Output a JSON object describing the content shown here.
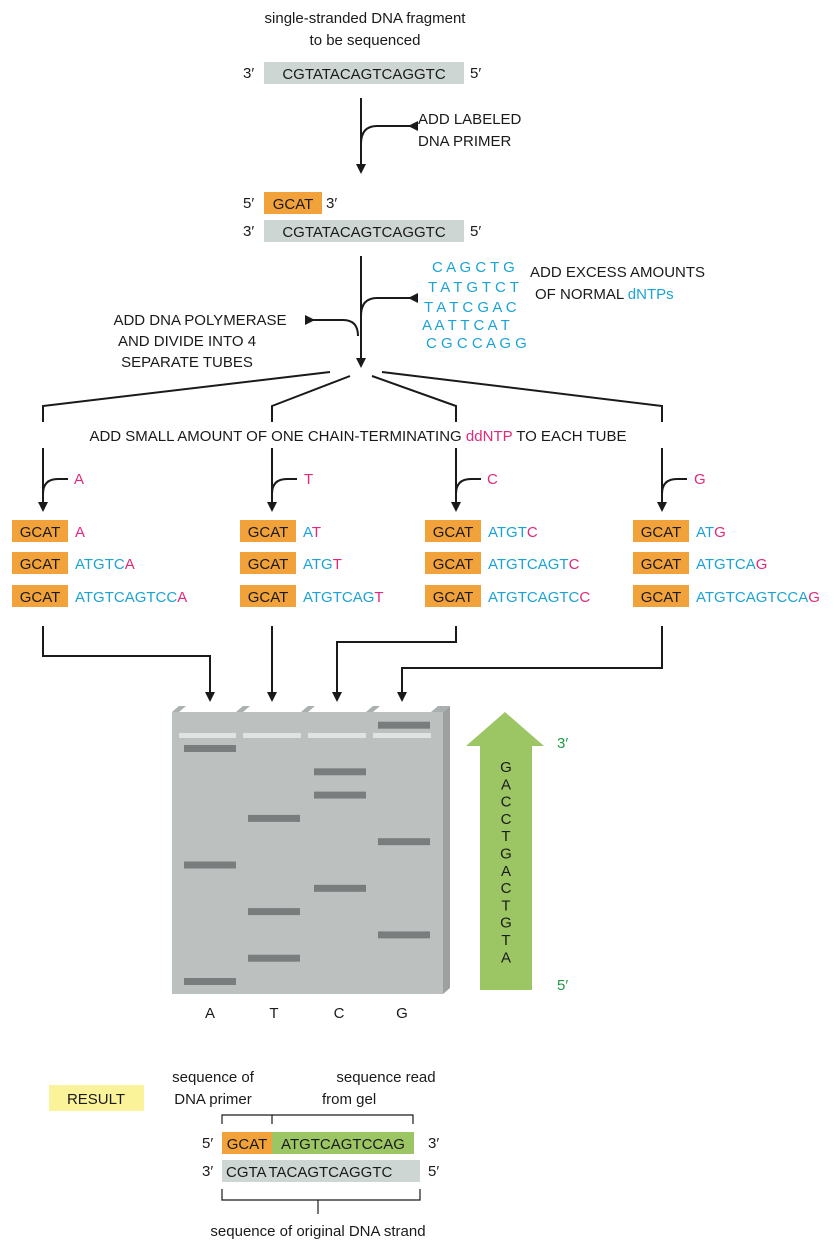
{
  "intro": {
    "title_line1": "single-stranded DNA fragment",
    "title_line2": "to be sequenced",
    "template_3prime": "3′",
    "template_seq": "CGTATACAGTCAGGTC",
    "template_5prime": "5′"
  },
  "step_primer": {
    "label_line1": "ADD LABELED",
    "label_line2": "DNA PRIMER",
    "primer_5prime": "5′",
    "primer_seq": "GCAT",
    "primer_3prime": "3′"
  },
  "step_dntps": {
    "label_line1": "ADD EXCESS AMOUNTS",
    "label_line2_a": "OF NORMAL ",
    "label_line2_b": "dNTPs",
    "cloud_rows": [
      "C A G C T G",
      "T A T G T C T",
      "T A T C G A C",
      "A A T T C A T",
      "C G C C A G G"
    ]
  },
  "step_polymerase": {
    "line1": "ADD DNA POLYMERASE",
    "line2": "AND DIVIDE INTO 4",
    "line3": "SEPARATE TUBES"
  },
  "step_ddntp": {
    "label_a": "ADD SMALL AMOUNT OF ONE CHAIN-TERMINATING ",
    "label_b": "ddNTP",
    "label_c": " TO EACH TUBE"
  },
  "tubes": [
    {
      "ddntp": "A",
      "products": [
        {
          "body": "",
          "end": "A"
        },
        {
          "body": "ATGTC",
          "end": "A"
        },
        {
          "body": "ATGTCAGTCC",
          "end": "A"
        }
      ]
    },
    {
      "ddntp": "T",
      "products": [
        {
          "body": "A",
          "end": "T"
        },
        {
          "body": "ATG",
          "end": "T"
        },
        {
          "body": "ATGTCAG",
          "end": "T"
        }
      ]
    },
    {
      "ddntp": "C",
      "products": [
        {
          "body": "ATGT",
          "end": "C"
        },
        {
          "body": "ATGTCAGT",
          "end": "C"
        },
        {
          "body": "ATGTCAGTC",
          "end": "C"
        }
      ]
    },
    {
      "ddntp": "G",
      "products": [
        {
          "body": "AT",
          "end": "G"
        },
        {
          "body": "ATGTCA",
          "end": "G"
        },
        {
          "body": "ATGTCAGTCCA",
          "end": "G"
        }
      ]
    }
  ],
  "primer_box": "GCAT",
  "gel": {
    "lanes": [
      "A",
      "T",
      "C",
      "G"
    ],
    "read_sequence": [
      "G",
      "A",
      "C",
      "C",
      "T",
      "G",
      "A",
      "C",
      "T",
      "G",
      "T",
      "A"
    ],
    "arrow_top": "3′",
    "arrow_bottom": "5′"
  },
  "result": {
    "badge": "RESULT",
    "primer_note_line1": "sequence of",
    "primer_note_line2": "DNA primer",
    "read_note_line1": "sequence read",
    "read_note_line2": "from gel",
    "top_5prime": "5′",
    "top_primer": "GCAT",
    "top_read": "ATGTCAGTCCAG",
    "top_3prime": "3′",
    "bottom_3prime": "3′",
    "bottom_a": "CGTA",
    "bottom_b": "TACAGTCAGGTC",
    "bottom_5prime": "5′",
    "original_note": "sequence of original DNA strand"
  },
  "colors": {
    "primer_orange": "#f2a23a",
    "template_gray": "#cdd6d2",
    "gel_gray": "#bcc1c0",
    "arrow_green": "#9cc664",
    "label_cyan": "#1ba3d6",
    "label_magenta": "#e0297a",
    "result_yellow": "#fbf39a"
  }
}
